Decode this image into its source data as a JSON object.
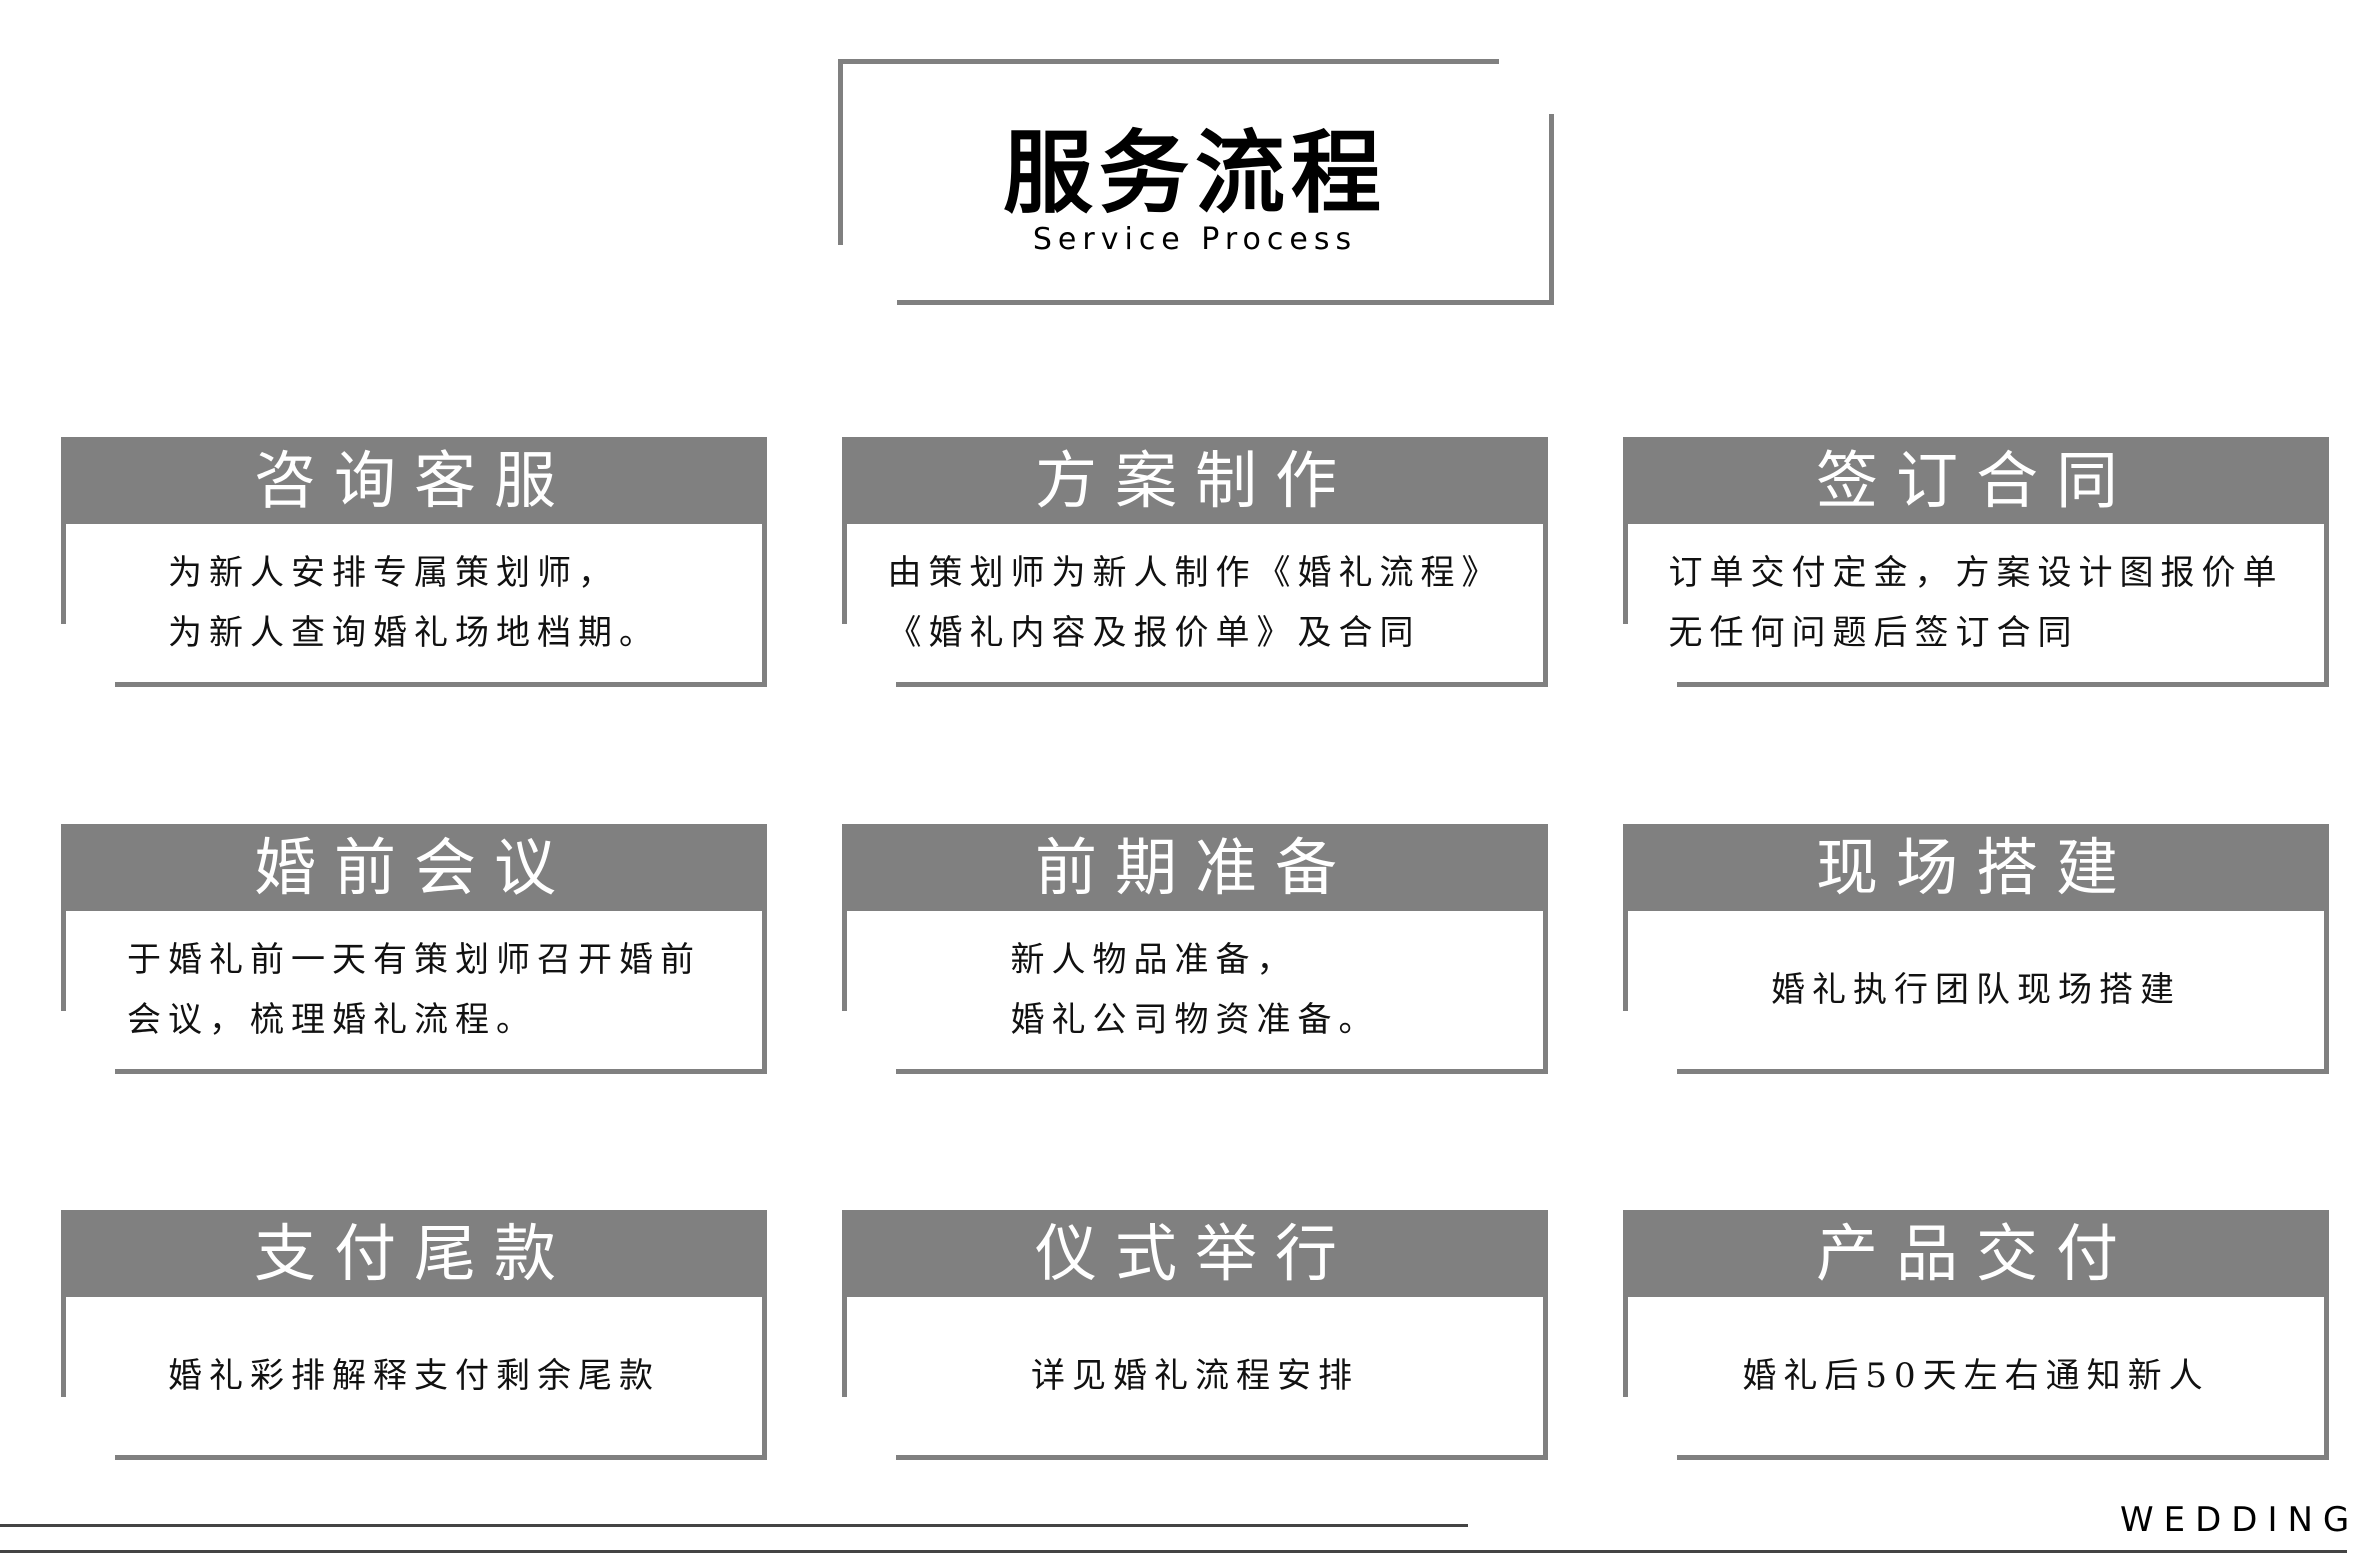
{
  "header": {
    "title": "服务流程",
    "subtitle": "Service Process"
  },
  "steps": [
    {
      "title": "咨询客服",
      "lines": [
        "为新人安排专属策划师，",
        "为新人查询婚礼场地档期。"
      ]
    },
    {
      "title": "方案制作",
      "lines": [
        "由策划师为新人制作《婚礼流程》",
        "《婚礼内容及报价单》及合同"
      ]
    },
    {
      "title": "签订合同",
      "lines": [
        "订单交付定金，方案设计图报价单",
        "无任何问题后签订合同"
      ]
    },
    {
      "title": "婚前会议",
      "lines": [
        "于婚礼前一天有策划师召开婚前",
        "会议，梳理婚礼流程。"
      ]
    },
    {
      "title": "前期准备",
      "lines": [
        "新人物品准备，",
        "婚礼公司物资准备。"
      ]
    },
    {
      "title": "现场搭建",
      "lines": [
        "婚礼执行团队现场搭建"
      ]
    },
    {
      "title": "支付尾款",
      "lines": [
        "婚礼彩排解释支付剩余尾款"
      ]
    },
    {
      "title": "仪式举行",
      "lines": [
        "详见婚礼流程安排"
      ]
    },
    {
      "title": "产品交付",
      "lines": [
        "婚礼后50天左右通知新人"
      ]
    }
  ],
  "footer": {
    "label": "WEDDING"
  },
  "colors": {
    "accent_gray": "#808080"
  }
}
